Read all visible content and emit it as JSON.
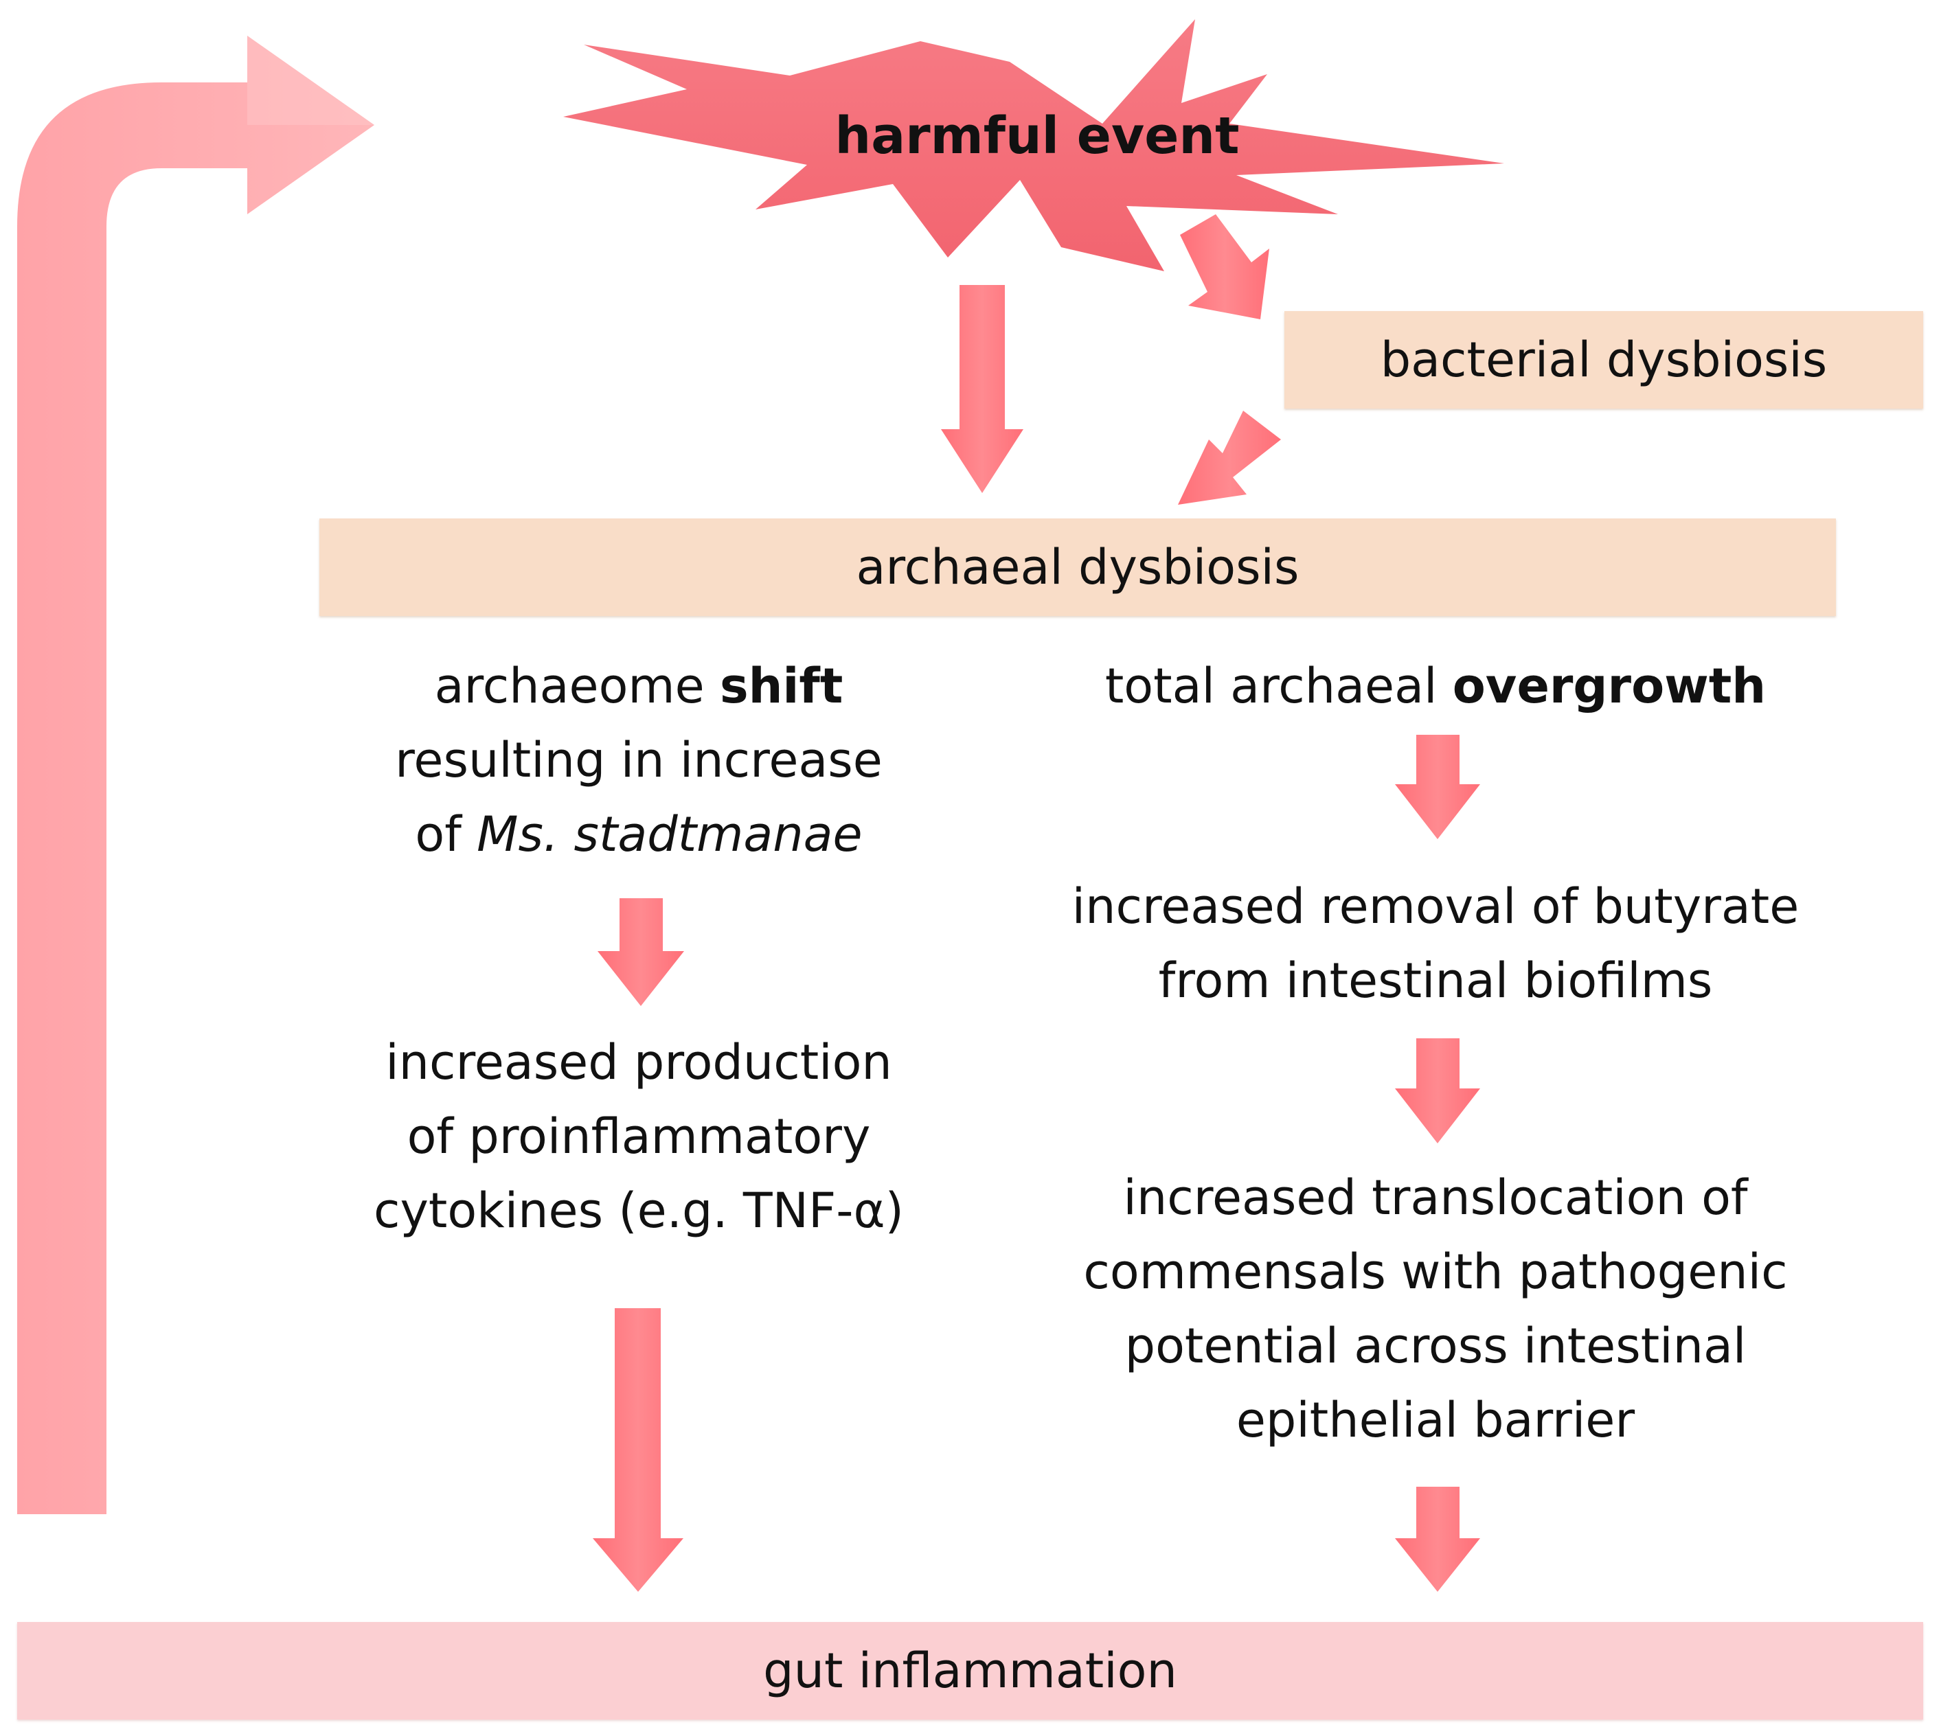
{
  "colors": {
    "arrow": "#ff7880",
    "arrow_feedback": "#ffa8ac",
    "starburst": "#f56f7a",
    "box_dysbiosis": "#f9ddc8",
    "box_inflammation": "#fbcfd2",
    "text": "#111111"
  },
  "harmful_event": {
    "label": "harmful event"
  },
  "bacterial_dysbiosis": {
    "label": "bacterial dysbiosis"
  },
  "archaeal_dysbiosis": {
    "label": "archaeal dysbiosis"
  },
  "left_branch": {
    "shift": {
      "prefix": "archaeome ",
      "bold": "shift",
      "line2": "resulting in increase",
      "line3_prefix": "of ",
      "line3_italic": "Ms. stadtmanae"
    },
    "cytokines": {
      "line1": "increased production",
      "line2": "of proinflammatory",
      "line3": "cytokines (e.g. TNF-α)"
    }
  },
  "right_branch": {
    "overgrowth": {
      "prefix": "total archaeal ",
      "bold": "overgrowth"
    },
    "butyrate": {
      "line1": "increased removal of butyrate",
      "line2": "from intestinal biofilms"
    },
    "translocation": {
      "line1": "increased translocation of",
      "line2": "commensals with pathogenic",
      "line3": "potential across intestinal",
      "line4": "epithelial barrier"
    }
  },
  "gut_inflammation": {
    "label": "gut inflammation"
  }
}
